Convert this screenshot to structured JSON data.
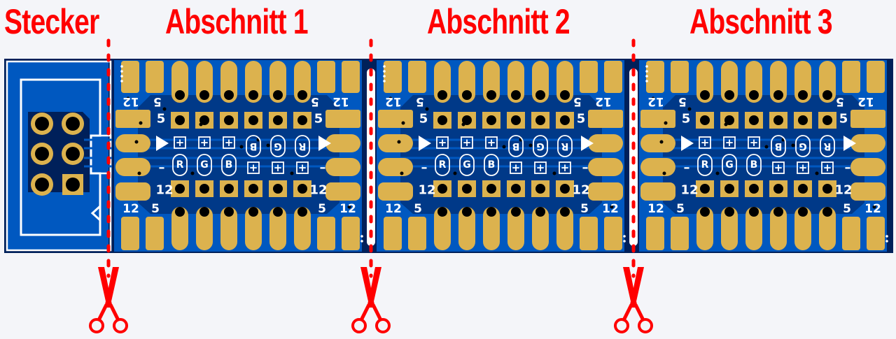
{
  "titles": {
    "connector": "Stecker",
    "section1": "Abschnitt 1",
    "section2": "Abschnitt 2",
    "section3": "Abschnitt 3"
  },
  "colors": {
    "title": "#ff0000",
    "cut_line": "#ff0000",
    "board_dark": "#00205a",
    "copper_fill": "#0058c0",
    "pad_gold": "#dcb24e",
    "silkscreen": "#ffffff",
    "drill": "#000000",
    "background": "#f4f5f9"
  },
  "silkscreen": {
    "label_5": "5",
    "label_12": "12",
    "arrow": "▶",
    "minus": "–",
    "plus": "+",
    "channel_r": "R",
    "channel_g": "G",
    "channel_b": "B"
  },
  "sections": [
    {
      "name": "section-1"
    },
    {
      "name": "section-2"
    },
    {
      "name": "section-3"
    }
  ],
  "cut_marks": [
    {
      "name": "cut-line-connector"
    },
    {
      "name": "cut-line-1-2"
    },
    {
      "name": "cut-line-2-3"
    }
  ],
  "icons": {
    "scissors": "scissors-icon"
  }
}
